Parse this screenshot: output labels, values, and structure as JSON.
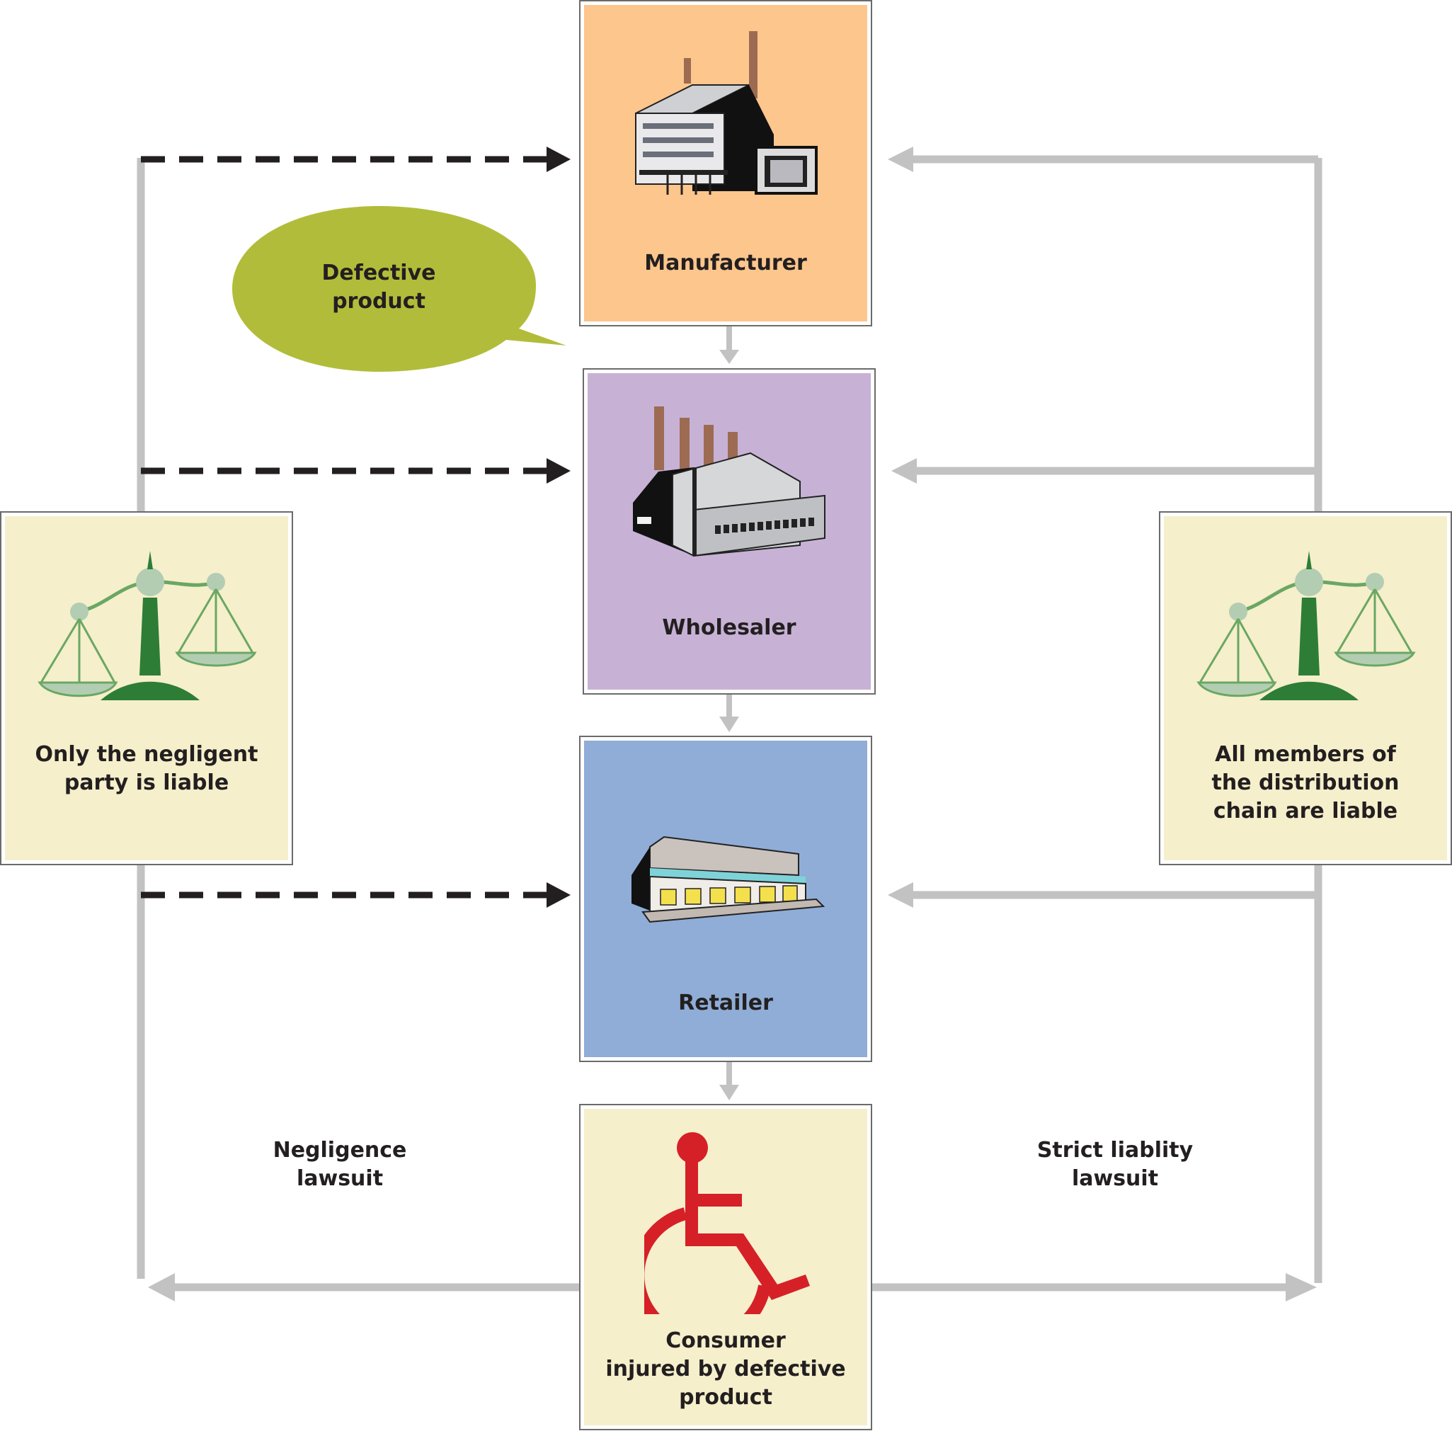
{
  "nodes": {
    "manufacturer": {
      "label": "Manufacturer",
      "color": "#fdc68c"
    },
    "wholesaler": {
      "label": "Wholesaler",
      "color": "#c7b2d6"
    },
    "retailer": {
      "label": "Retailer",
      "color": "#8fadd6"
    },
    "consumer": {
      "label": "Consumer\ninjured by defective\nproduct",
      "color": "#f5efcb"
    }
  },
  "callout": {
    "label": "Defective\nproduct",
    "color": "#b1bd3a"
  },
  "left_panel": {
    "label": "Only the negligent\nparty is liable",
    "color": "#f5efcb"
  },
  "right_panel": {
    "label": "All members of\nthe distribution\nchain are liable",
    "color": "#f5efcb"
  },
  "left_lawsuit": {
    "label": "Negligence\nlawsuit"
  },
  "right_lawsuit": {
    "label": "Strict liablity\nlawsuit"
  },
  "colors": {
    "connector_gray": "#c2c2c2",
    "dashed_arrow": "#231f20",
    "scale_green": "#2e7d36",
    "wheelchair_red": "#d62027"
  },
  "icons": {
    "manufacturer": "factory-icon",
    "wholesaler": "factory-smokestacks-icon",
    "retailer": "store-building-icon",
    "consumer": "wheelchair-icon",
    "panels": "scales-of-justice-icon"
  }
}
